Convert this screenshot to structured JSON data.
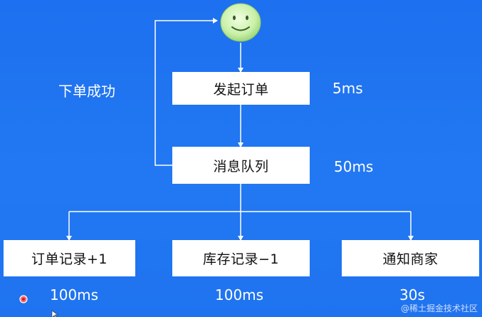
{
  "diagram": {
    "top_node": {
      "icon": "smiley-face-icon"
    },
    "nodes": {
      "place_order": "发起订单",
      "message_queue": "消息队列",
      "order_record": "订单记录+1",
      "inventory_record": "库存记录−1",
      "notify_merchant": "通知商家"
    },
    "labels": {
      "success": "下单成功",
      "place_order_time": "5ms",
      "queue_time": "50ms",
      "order_record_time": "100ms",
      "inventory_record_time": "100ms",
      "notify_merchant_time": "30s"
    }
  },
  "watermark": "@稀土掘金技术社区",
  "colors": {
    "background": "#1f74f0",
    "box": "#ffffff",
    "line": "#ffffff",
    "smiley": "#c9f0a8"
  }
}
